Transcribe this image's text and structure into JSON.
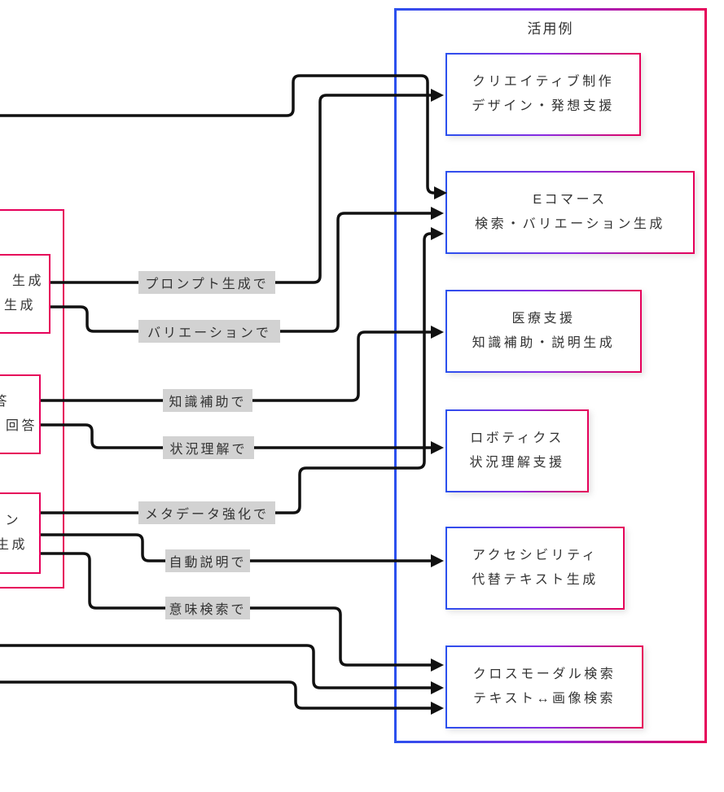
{
  "diagram": {
    "container_title": "活用例",
    "colors": {
      "edge": "#111111",
      "gradient_blue": "#2b50ee",
      "gradient_purple": "#8a2be2",
      "gradient_red": "#e6005a",
      "label_bg": "#d2d2d2",
      "text": "#333333"
    },
    "left_boxes": [
      {
        "id": "L1",
        "lines": [
          "生成",
          "生成"
        ]
      },
      {
        "id": "L2",
        "lines": [
          "答",
          "回答"
        ]
      },
      {
        "id": "L3",
        "lines": [
          "ン",
          "生成"
        ]
      }
    ],
    "edge_labels": [
      {
        "id": "prompt-gen",
        "text": "プロンプト生成で"
      },
      {
        "id": "variation",
        "text": "バリエーションで"
      },
      {
        "id": "knowledge-assist",
        "text": "知識補助で"
      },
      {
        "id": "situation",
        "text": "状況理解で"
      },
      {
        "id": "metadata-enrich",
        "text": "メタデータ強化で"
      },
      {
        "id": "auto-describe",
        "text": "自動説明で"
      },
      {
        "id": "semantic-search",
        "text": "意味検索で"
      }
    ],
    "right_boxes": [
      {
        "id": "R1",
        "lines": [
          "クリエイティブ制作",
          "デザイン・発想支援"
        ]
      },
      {
        "id": "R2",
        "lines": [
          "Eコマース",
          "検索・バリエーション生成"
        ]
      },
      {
        "id": "R3",
        "lines": [
          "医療支援",
          "知識補助・説明生成"
        ]
      },
      {
        "id": "R4",
        "lines": [
          "ロボティクス",
          "状況理解支援"
        ]
      },
      {
        "id": "R5",
        "lines": [
          "アクセシビリティ",
          "代替テキスト生成"
        ]
      },
      {
        "id": "R6",
        "lines": [
          "クロスモーダル検索",
          "テキスト↔画像検索"
        ]
      }
    ]
  }
}
